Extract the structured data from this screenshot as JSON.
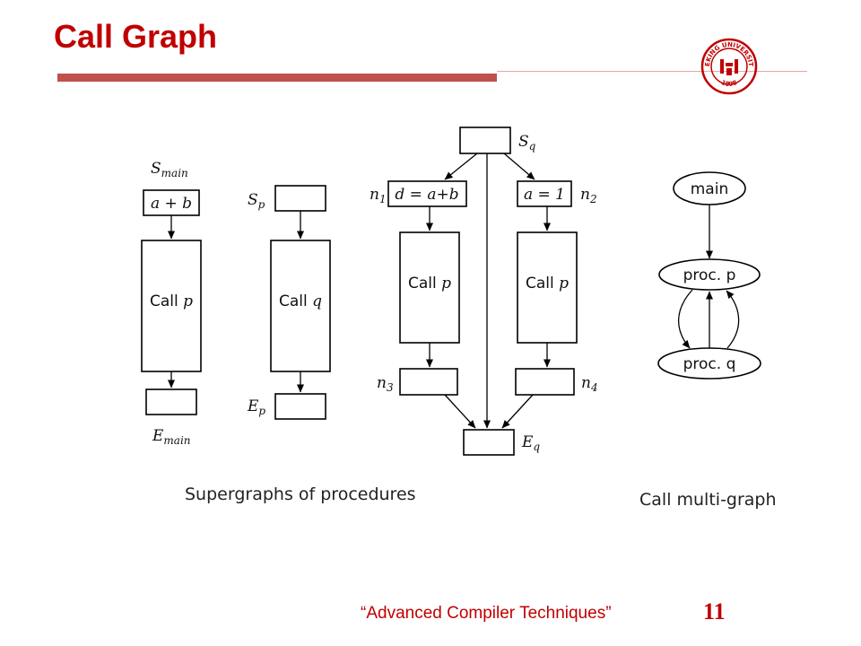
{
  "title": "Call Graph",
  "colors": {
    "accent": "#c00000",
    "accent_bar": "#c0504d"
  },
  "logo": {
    "icon": "peking-university-seal-icon",
    "text_top": "PEKING UNIVERSITY",
    "year": "1898"
  },
  "supergraph": {
    "main": {
      "start": {
        "base": "S",
        "sub": "main"
      },
      "assign": "a + b",
      "call": {
        "word": "Call",
        "target": "p"
      },
      "end": {
        "base": "E",
        "sub": "main"
      }
    },
    "proc_p": {
      "start": {
        "base": "S",
        "sub": "p"
      },
      "call": {
        "word": "Call",
        "target": "q"
      },
      "end": {
        "base": "E",
        "sub": "p"
      }
    },
    "proc_q": {
      "start": {
        "base": "S",
        "sub": "q"
      },
      "n1": {
        "base": "n",
        "sub": "1",
        "content": "d = a+b"
      },
      "n2": {
        "base": "n",
        "sub": "2",
        "content": "a = 1"
      },
      "call_left": {
        "word": "Call",
        "target": "p"
      },
      "call_right": {
        "word": "Call",
        "target": "p"
      },
      "n3": {
        "base": "n",
        "sub": "3"
      },
      "n4": {
        "base": "n",
        "sub": "4"
      },
      "end": {
        "base": "E",
        "sub": "q"
      }
    },
    "caption": "Supergraphs of procedures"
  },
  "multigraph": {
    "nodes": {
      "main": "main",
      "proc_p": "proc.  p",
      "proc_q": "proc.  q"
    },
    "caption": "Call multi-graph"
  },
  "footer": {
    "text": "“Advanced Compiler Techniques”",
    "page_number": "11"
  }
}
